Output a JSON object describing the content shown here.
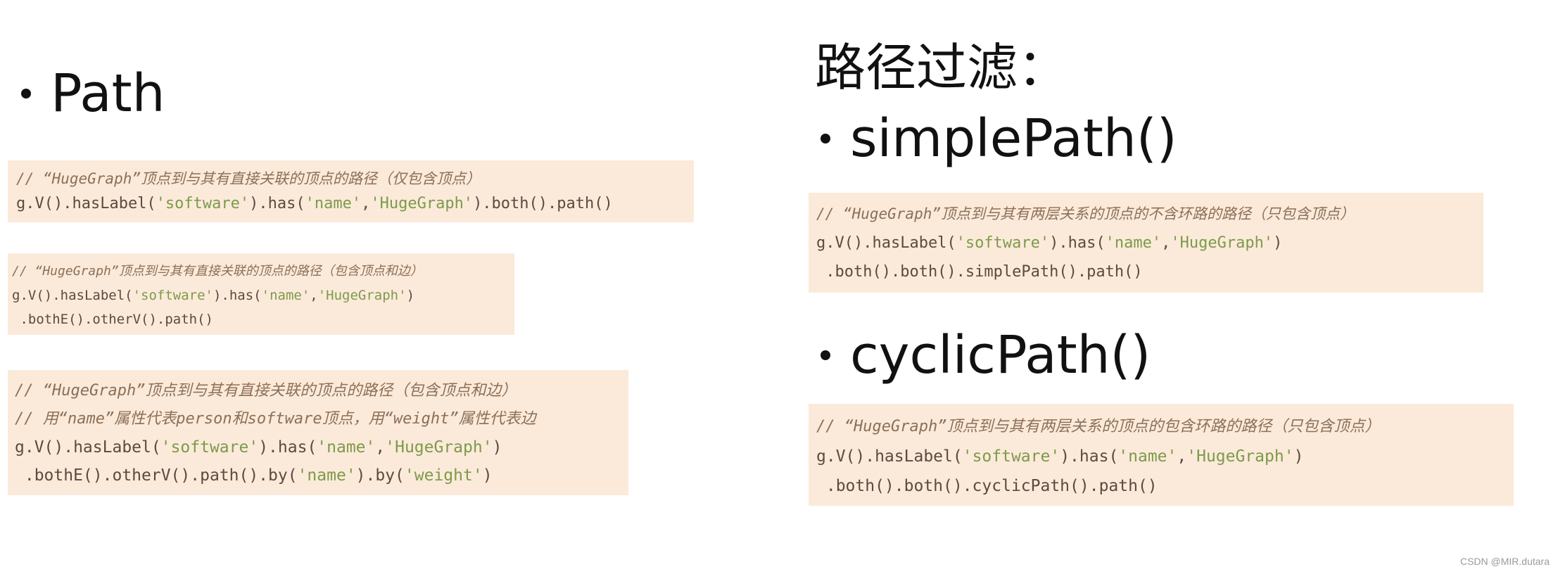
{
  "left": {
    "title": "Path",
    "block1": {
      "comment": "// “HugeGraph”顶点到与其有直接关联的顶点的路径（仅包含顶点）",
      "l1_a": "g.V().hasLabel(",
      "l1_s1": "'software'",
      "l1_b": ").has(",
      "l1_s2": "'name'",
      "l1_c": ",",
      "l1_s3": "'HugeGraph'",
      "l1_d": ").both().path()"
    },
    "block2": {
      "comment": "// “HugeGraph”顶点到与其有直接关联的顶点的路径（包含顶点和边）",
      "l1_a": "g.V().hasLabel(",
      "l1_s1": "'software'",
      "l1_b": ").has(",
      "l1_s2": "'name'",
      "l1_c": ",",
      "l1_s3": "'HugeGraph'",
      "l1_d": ")",
      "l2": " .bothE().otherV().path()"
    },
    "block3": {
      "comment1": "// “HugeGraph”顶点到与其有直接关联的顶点的路径（包含顶点和边）",
      "comment2": "// 用“name”属性代表person和software顶点，用“weight”属性代表边",
      "l1_a": "g.V().hasLabel(",
      "l1_s1": "'software'",
      "l1_b": ").has(",
      "l1_s2": "'name'",
      "l1_c": ",",
      "l1_s3": "'HugeGraph'",
      "l1_d": ")",
      "l2_a": " .bothE().otherV().path().by(",
      "l2_s1": "'name'",
      "l2_b": ").by(",
      "l2_s2": "'weight'",
      "l2_c": ")"
    }
  },
  "right": {
    "heading": "路径过滤：",
    "simple_title": "simplePath()",
    "block_simple": {
      "comment": "// “HugeGraph”顶点到与其有两层关系的顶点的不含环路的路径（只包含顶点）",
      "l1_a": "g.V().hasLabel(",
      "l1_s1": "'software'",
      "l1_b": ").has(",
      "l1_s2": "'name'",
      "l1_c": ",",
      "l1_s3": "'HugeGraph'",
      "l1_d": ")",
      "l2": " .both().both().simplePath().path()"
    },
    "cyclic_title": "cyclicPath()",
    "block_cyclic": {
      "comment": "// “HugeGraph”顶点到与其有两层关系的顶点的包含环路的路径（只包含顶点）",
      "l1_a": "g.V().hasLabel(",
      "l1_s1": "'software'",
      "l1_b": ").has(",
      "l1_s2": "'name'",
      "l1_c": ",",
      "l1_s3": "'HugeGraph'",
      "l1_d": ")",
      "l2": " .both().both().cyclicPath().path()"
    }
  },
  "watermark": "CSDN @MIR.dutara"
}
